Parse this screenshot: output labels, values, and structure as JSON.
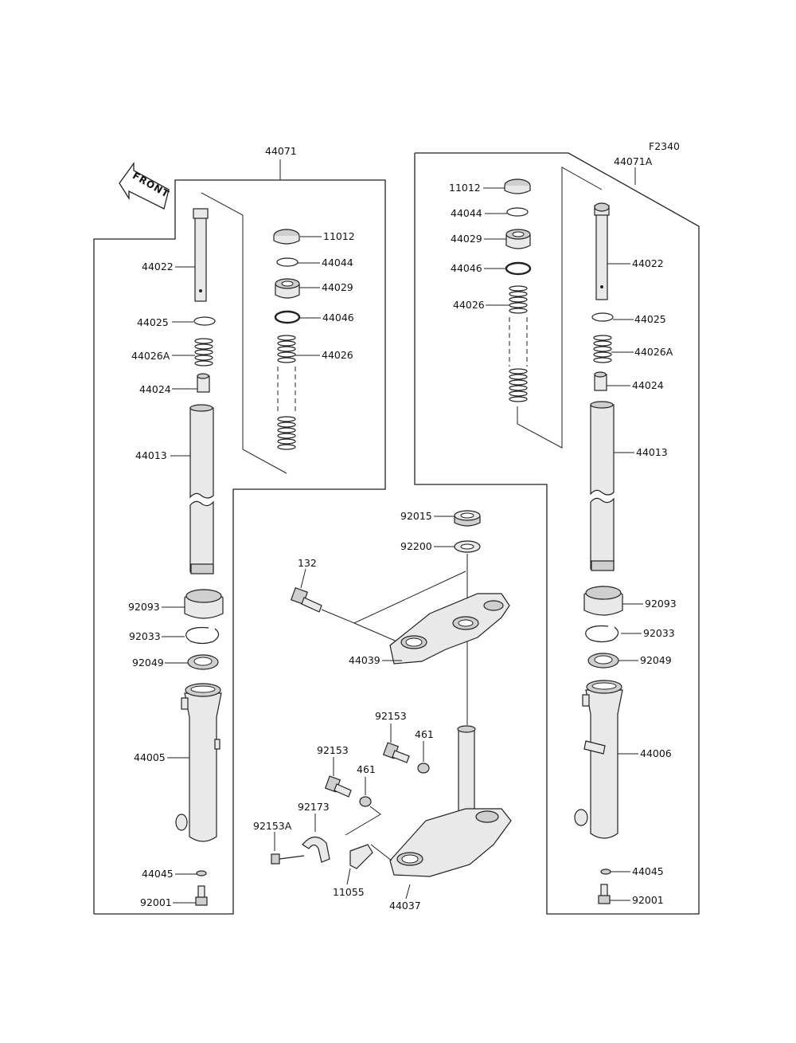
{
  "figure_code": "F2340",
  "front_arrow_label": "FRONT",
  "left_assembly": {
    "code": "44071",
    "callouts": {
      "p11012": "11012",
      "p44044": "44044",
      "p44029": "44029",
      "p44046": "44046",
      "p44026": "44026",
      "p44022": "44022",
      "p44025": "44025",
      "p44026A": "44026A",
      "p44024": "44024",
      "p44013": "44013",
      "p92093": "92093",
      "p92033": "92033",
      "p92049": "92049",
      "p44005": "44005",
      "p44045": "44045",
      "p92001": "92001"
    }
  },
  "right_assembly": {
    "code": "44071A",
    "callouts": {
      "p11012": "11012",
      "p44044": "44044",
      "p44029": "44029",
      "p44046": "44046",
      "p44026": "44026",
      "p44022": "44022",
      "p44025": "44025",
      "p44026A": "44026A",
      "p44024": "44024",
      "p44013": "44013",
      "p92093": "92093",
      "p92033": "92033",
      "p92049": "92049",
      "p44006": "44006",
      "p44045": "44045",
      "p92001": "92001"
    }
  },
  "center_assembly": {
    "callouts": {
      "p92015": "92015",
      "p92200": "92200",
      "p132": "132",
      "p44039": "44039",
      "p92153a": "92153",
      "p461a": "461",
      "p92153b": "92153",
      "p461b": "461",
      "p92173": "92173",
      "p92153A": "92153A",
      "p11055": "11055",
      "p44037": "44037"
    }
  }
}
